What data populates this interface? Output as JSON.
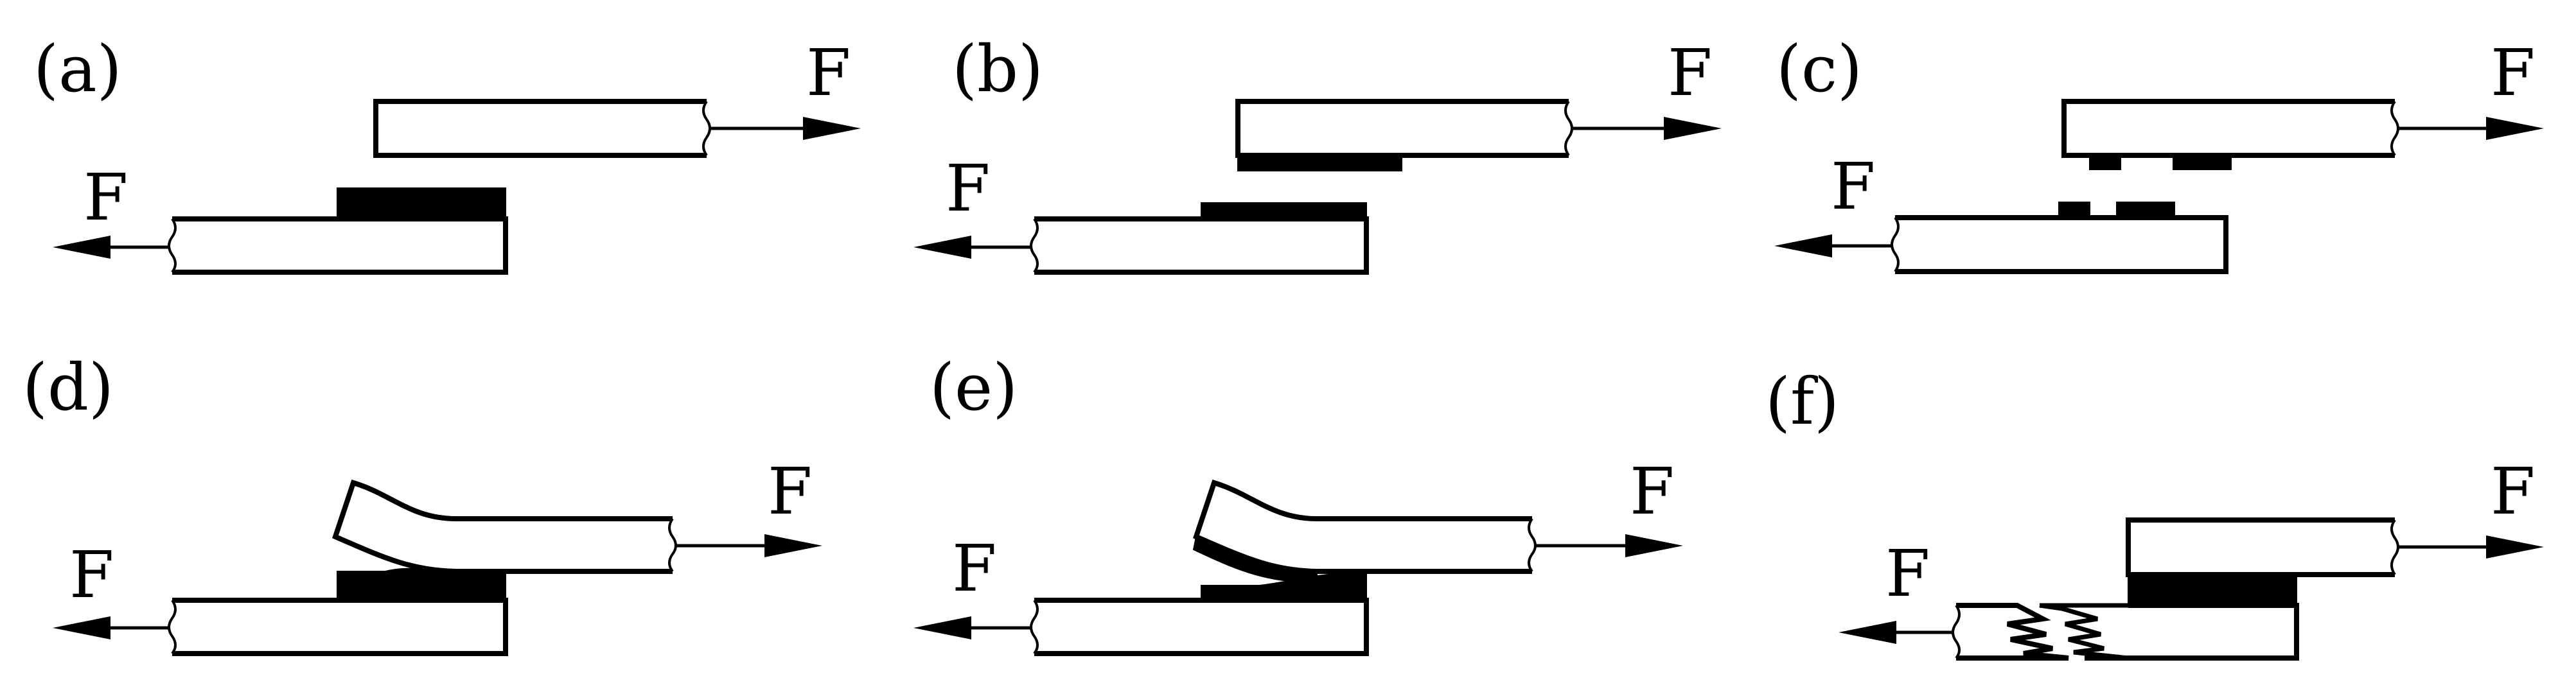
{
  "figure": {
    "panels": [
      {
        "id": "a",
        "label": "(a)",
        "force_left": "F",
        "force_right": "F",
        "failure_mode": "adhesive"
      },
      {
        "id": "b",
        "label": "(b)",
        "force_left": "F",
        "force_right": "F",
        "failure_mode": "cohesive"
      },
      {
        "id": "c",
        "label": "(c)",
        "force_left": "F",
        "force_right": "F",
        "failure_mode": "mixed"
      },
      {
        "id": "d",
        "label": "(d)",
        "force_left": "F",
        "force_right": "F",
        "failure_mode": "adherend-bending"
      },
      {
        "id": "e",
        "label": "(e)",
        "force_left": "F",
        "force_right": "F",
        "failure_mode": "bending-cohesive"
      },
      {
        "id": "f",
        "label": "(f)",
        "force_left": "F",
        "force_right": "F",
        "failure_mode": "adherend-fracture"
      }
    ],
    "colors": {
      "stroke": "#000000",
      "adhesive_fill": "#000000",
      "plate_fill": "#ffffff",
      "background": "#ffffff"
    }
  }
}
